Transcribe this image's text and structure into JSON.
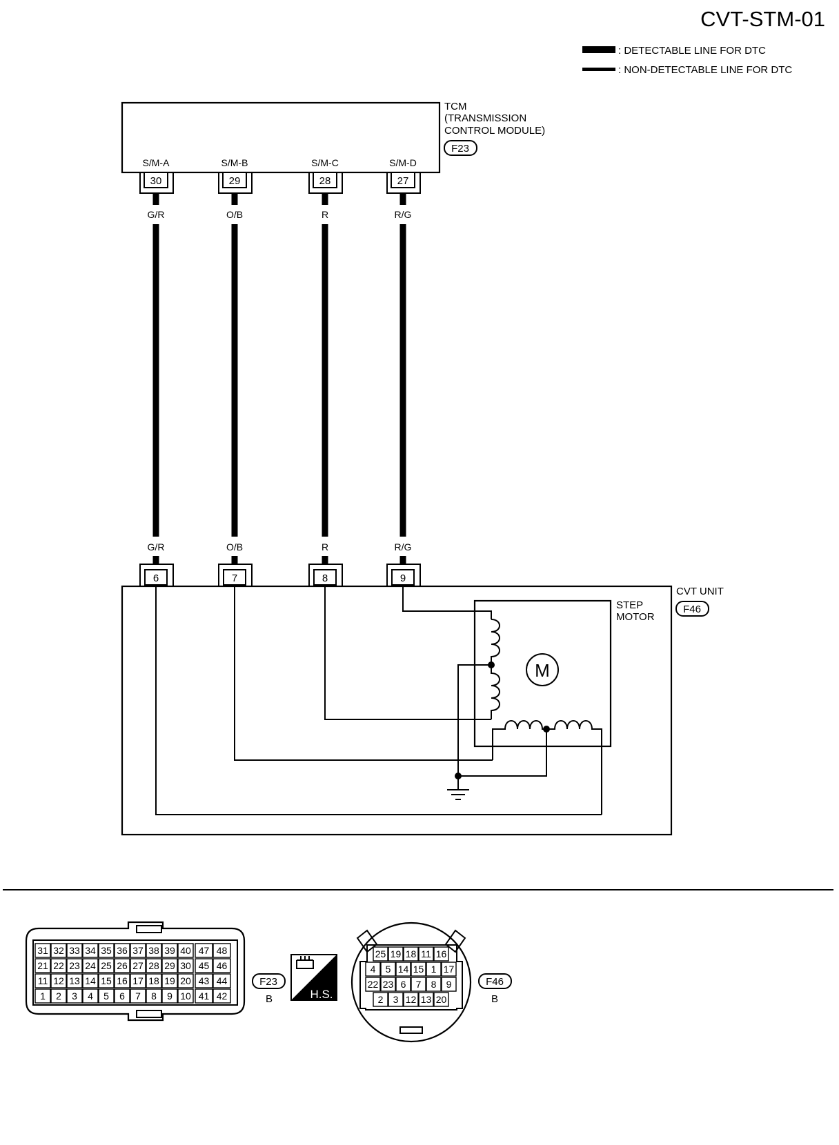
{
  "diagram_id": "CVT-STM-01",
  "legend": {
    "detectable": ": DETECTABLE LINE FOR DTC",
    "non_detectable": ": NON-DETECTABLE LINE FOR DTC"
  },
  "tcm": {
    "line1": "TCM",
    "line2": "(TRANSMISSION",
    "line3": "CONTROL MODULE)",
    "connector": "F23",
    "terminals": [
      {
        "label": "S/M-A",
        "pin": "30",
        "wire": "G/R"
      },
      {
        "label": "S/M-B",
        "pin": "29",
        "wire": "O/B"
      },
      {
        "label": "S/M-C",
        "pin": "28",
        "wire": "R"
      },
      {
        "label": "S/M-D",
        "pin": "27",
        "wire": "R/G"
      }
    ]
  },
  "cvt_unit": {
    "label": "CVT UNIT",
    "connector": "F46",
    "pins": [
      "6",
      "7",
      "8",
      "9"
    ],
    "wires": [
      "G/R",
      "O/B",
      "R",
      "R/G"
    ],
    "step_motor_line1": "STEP",
    "step_motor_line2": "MOTOR",
    "motor_symbol": "M"
  },
  "connectors": {
    "f23": {
      "id": "F23",
      "color": "B",
      "rows": [
        [
          "31",
          "32",
          "33",
          "34",
          "35",
          "36",
          "37",
          "38",
          "39",
          "40",
          "47",
          "48"
        ],
        [
          "21",
          "22",
          "23",
          "24",
          "25",
          "26",
          "27",
          "28",
          "29",
          "30",
          "45",
          "46"
        ],
        [
          "11",
          "12",
          "13",
          "14",
          "15",
          "16",
          "17",
          "18",
          "19",
          "20",
          "43",
          "44"
        ],
        [
          "1",
          "2",
          "3",
          "4",
          "5",
          "6",
          "7",
          "8",
          "9",
          "10",
          "41",
          "42"
        ]
      ]
    },
    "hs_label": "H.S.",
    "f46": {
      "id": "F46",
      "color": "B",
      "rows": [
        [
          "25",
          "19",
          "18",
          "11",
          "16"
        ],
        [
          "4",
          "5",
          "14",
          "15",
          "1",
          "17"
        ],
        [
          "22",
          "23",
          "6",
          "7",
          "8",
          "9"
        ],
        [
          "2",
          "3",
          "12",
          "13",
          "20"
        ]
      ]
    }
  }
}
